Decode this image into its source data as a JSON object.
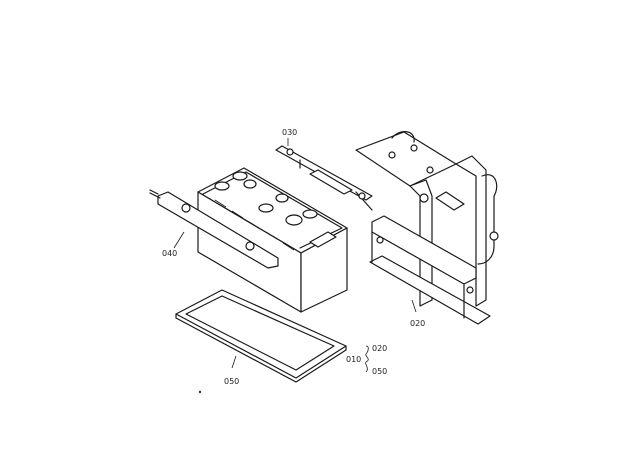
{
  "labels": {
    "p030": "030",
    "p040": "040",
    "p020": "020",
    "p050": "050"
  },
  "legend": {
    "main": "010",
    "top": "020",
    "bottom": "050"
  }
}
